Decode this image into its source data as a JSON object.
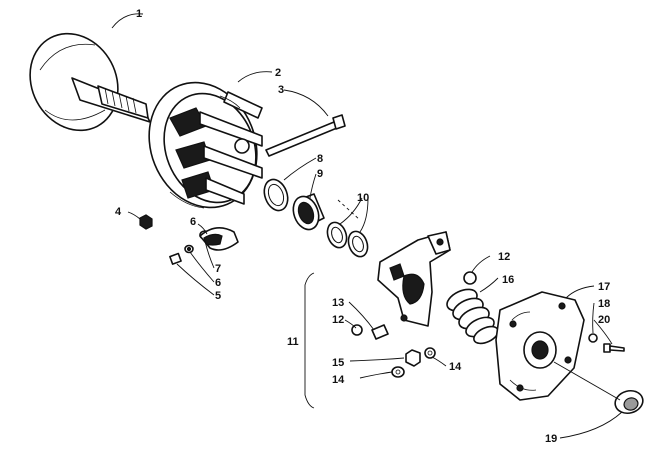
{
  "callouts": [
    {
      "id": "c1",
      "label": "1"
    },
    {
      "id": "c2",
      "label": "2"
    },
    {
      "id": "c3",
      "label": "3"
    },
    {
      "id": "c4",
      "label": "4"
    },
    {
      "id": "c5",
      "label": "5"
    },
    {
      "id": "c6a",
      "label": "6"
    },
    {
      "id": "c6b",
      "label": "6"
    },
    {
      "id": "c7",
      "label": "7"
    },
    {
      "id": "c8",
      "label": "8"
    },
    {
      "id": "c9",
      "label": "9"
    },
    {
      "id": "c10",
      "label": "10"
    },
    {
      "id": "c11",
      "label": "11"
    },
    {
      "id": "c12a",
      "label": "12"
    },
    {
      "id": "c12b",
      "label": "12"
    },
    {
      "id": "c13",
      "label": "13"
    },
    {
      "id": "c14a",
      "label": "14"
    },
    {
      "id": "c14b",
      "label": "14"
    },
    {
      "id": "c15",
      "label": "15"
    },
    {
      "id": "c16",
      "label": "16"
    },
    {
      "id": "c17",
      "label": "17"
    },
    {
      "id": "c18",
      "label": "18"
    },
    {
      "id": "c19",
      "label": "19"
    },
    {
      "id": "c20",
      "label": "20"
    }
  ]
}
